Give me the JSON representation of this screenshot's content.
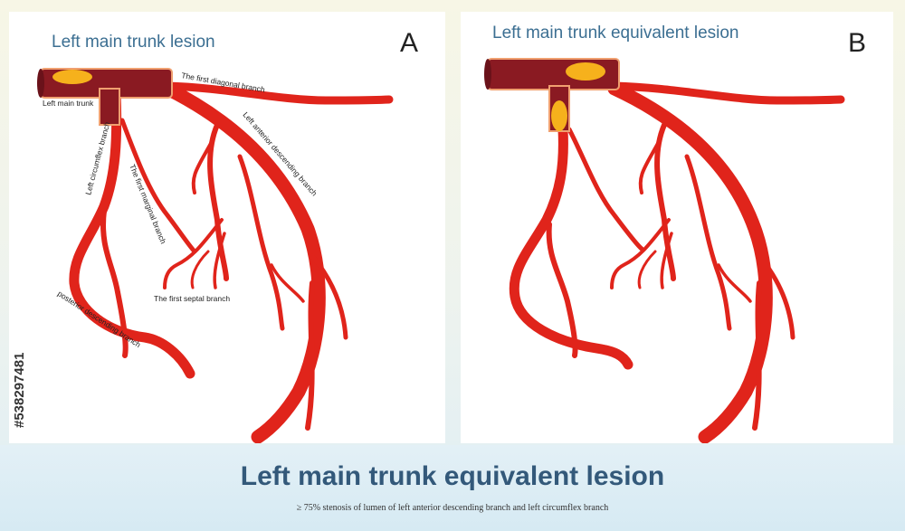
{
  "panels": [
    {
      "title": "Left main trunk lesion",
      "letter": "A",
      "labels": {
        "left_main_trunk": "Left main trunk",
        "first_diagonal": "The first diagonal branch",
        "lad": "Left anterior descending branch",
        "circumflex": "Left circumflex branch",
        "first_marginal": "The first marginal branch",
        "first_septal": "The first septal branch",
        "posterior_descending": "posterior descending branch"
      }
    },
    {
      "title": "Left main trunk equivalent lesion",
      "letter": "B"
    }
  ],
  "footer": {
    "title": "Left main trunk equivalent lesion",
    "subtitle": "≥ 75% stenosis of lumen of left anterior descending branch and left circumflex branch"
  },
  "stock_id": "#538297481",
  "colors": {
    "vessel": "#e0241b",
    "vessel_dark": "#8a1a22",
    "plaque": "#f6b11c",
    "title": "#3c6f92",
    "footer_title": "#33597a"
  }
}
